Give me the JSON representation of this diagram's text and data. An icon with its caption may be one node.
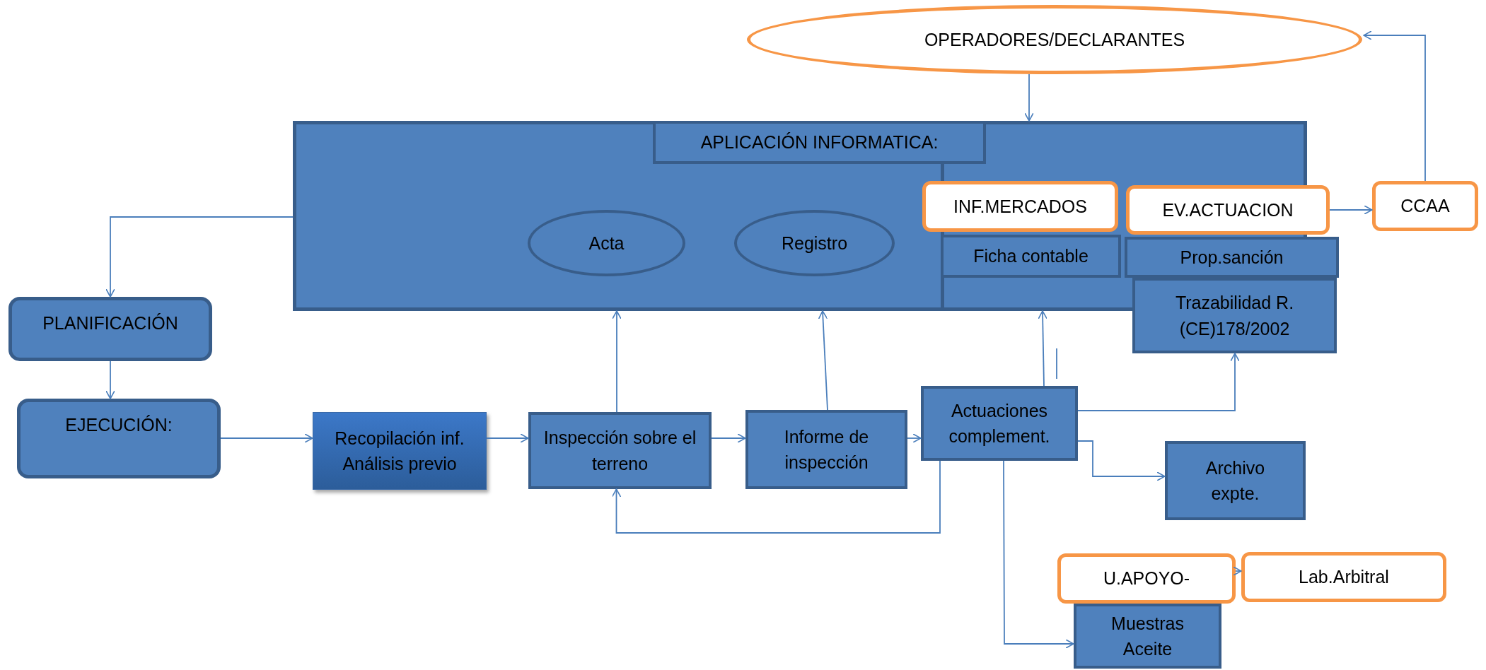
{
  "diagram": {
    "nodes": [
      {
        "text": [
          "OPERADORES/DECLARANTES"
        ]
      },
      {
        "text": [],
        "shape": "box"
      },
      {
        "text": [
          "APLICACIÓN INFORMATICA:"
        ],
        "in": 1
      },
      {
        "text": [
          "Acta"
        ],
        "in": 1
      },
      {
        "text": [
          "Registro"
        ],
        "in": 1
      },
      {
        "text": [
          "INF.MERCADOS"
        ],
        "in": 1
      },
      {
        "text": [
          "Ficha contable"
        ],
        "in": 1
      },
      {
        "text": [
          "EV.ACTUACION"
        ]
      },
      {
        "text": [
          "Prop.sanción"
        ]
      },
      {
        "text": [
          "Trazabilidad R.(CE)178/2002"
        ]
      },
      {
        "text": [
          "CCAA"
        ]
      },
      {
        "text": [
          "PLANIFICACIÓN"
        ]
      },
      {
        "text": [
          "EJECUCIÓN:"
        ]
      },
      {
        "text": [
          "Recopilación inf. Análisis previo"
        ]
      },
      {
        "text": [
          "Inspección sobre el terreno"
        ]
      },
      {
        "text": [
          "Informe de inspección"
        ]
      },
      {
        "text": [
          "Actuaciones complement."
        ]
      },
      {
        "text": [
          "Archivo expte."
        ]
      },
      {
        "text": [
          "U.APOYO-"
        ]
      },
      {
        "text": [
          "Muestras Aceite"
        ]
      },
      {
        "text": [
          "Lab.Arbitral"
        ]
      }
    ],
    "edges": [
      {
        "from": 0,
        "to": 1,
        "arrow": "to"
      },
      {
        "from": 10,
        "to": 0,
        "arrow": "to"
      },
      {
        "from": 7,
        "to": 10,
        "arrow": "to"
      },
      {
        "from": 1,
        "to": 11,
        "arrow": "to"
      },
      {
        "from": 11,
        "to": 12,
        "arrow": "to"
      },
      {
        "from": 12,
        "to": 13,
        "arrow": "to"
      },
      {
        "from": 13,
        "to": 14,
        "arrow": "to"
      },
      {
        "from": 14,
        "to": 15,
        "arrow": "to"
      },
      {
        "from": 15,
        "to": 16,
        "arrow": "to"
      },
      {
        "from": 14,
        "to": 1,
        "arrow": "to"
      },
      {
        "from": 15,
        "to": 1,
        "arrow": "to"
      },
      {
        "from": 16,
        "to": 1,
        "arrow": "to"
      },
      {
        "from": 16,
        "to": 9,
        "arrow": "to"
      },
      {
        "from": 16,
        "to": 17,
        "arrow": "to"
      },
      {
        "from": 16,
        "to": 14,
        "arrow": "to"
      },
      {
        "from": 16,
        "to": 19,
        "arrow": "to"
      },
      {
        "from": 18,
        "to": 20,
        "arrow": "to"
      }
    ]
  }
}
